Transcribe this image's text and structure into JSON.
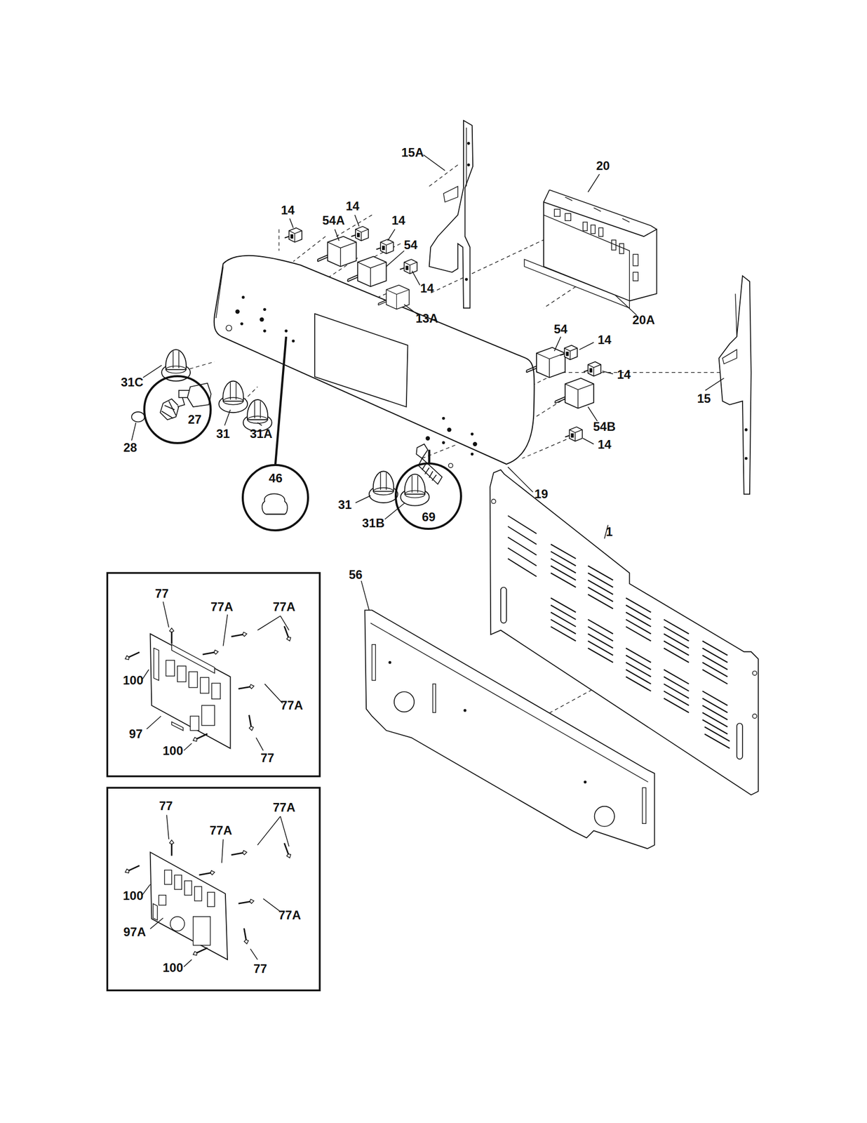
{
  "diagram": {
    "nodes": [
      {
        "text": [
          "27"
        ]
      },
      {
        "text": [
          "46"
        ]
      },
      {
        "text": [
          "69"
        ]
      }
    ],
    "labels": [
      "15A",
      "20",
      "14",
      "14",
      "54A",
      "14",
      "54",
      "14",
      "13A",
      "20A",
      "54",
      "14",
      "14",
      "31C",
      "15",
      "31",
      "31A",
      "28",
      "54B",
      "14",
      "19",
      "31",
      "31B",
      "1",
      "56",
      "77",
      "77A",
      "77A",
      "100",
      "77A",
      "97",
      "100",
      "77",
      "77",
      "77A",
      "77A",
      "100",
      "77A",
      "97A",
      "100",
      "77"
    ]
  }
}
